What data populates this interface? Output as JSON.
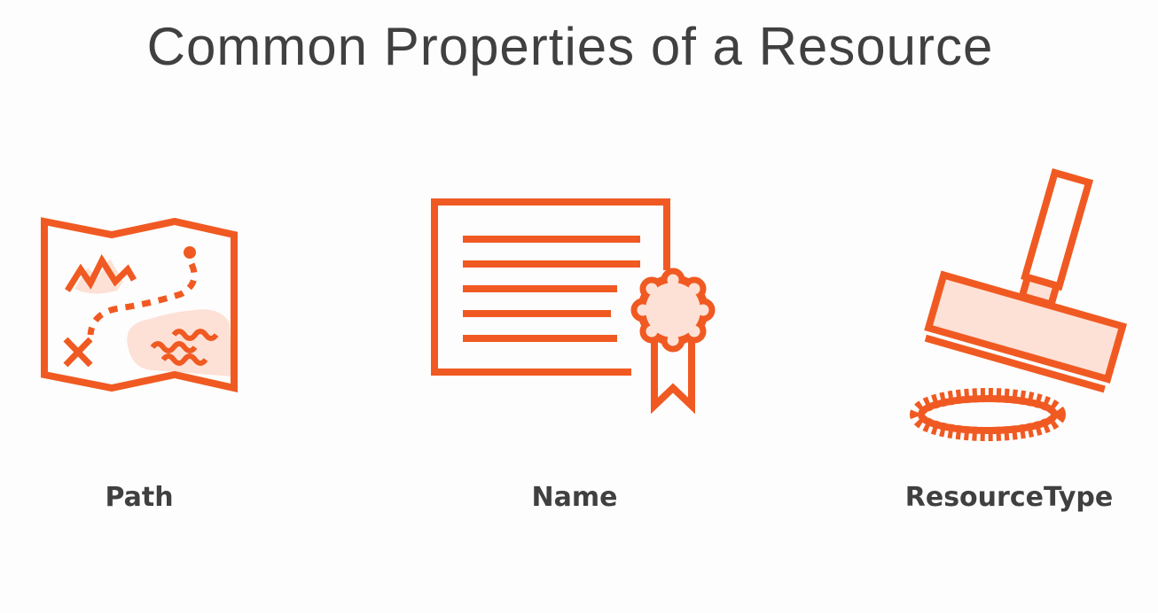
{
  "slide": {
    "title": "Common Properties of a Resource",
    "accent_color": "#f05a22",
    "accent_fill": "#fde1d6",
    "text_color": "#404040"
  },
  "items": [
    {
      "label": "Path",
      "icon": "treasure-map-icon"
    },
    {
      "label": "Name",
      "icon": "certificate-icon"
    },
    {
      "label": "ResourceType",
      "icon": "rubber-stamp-icon"
    }
  ]
}
